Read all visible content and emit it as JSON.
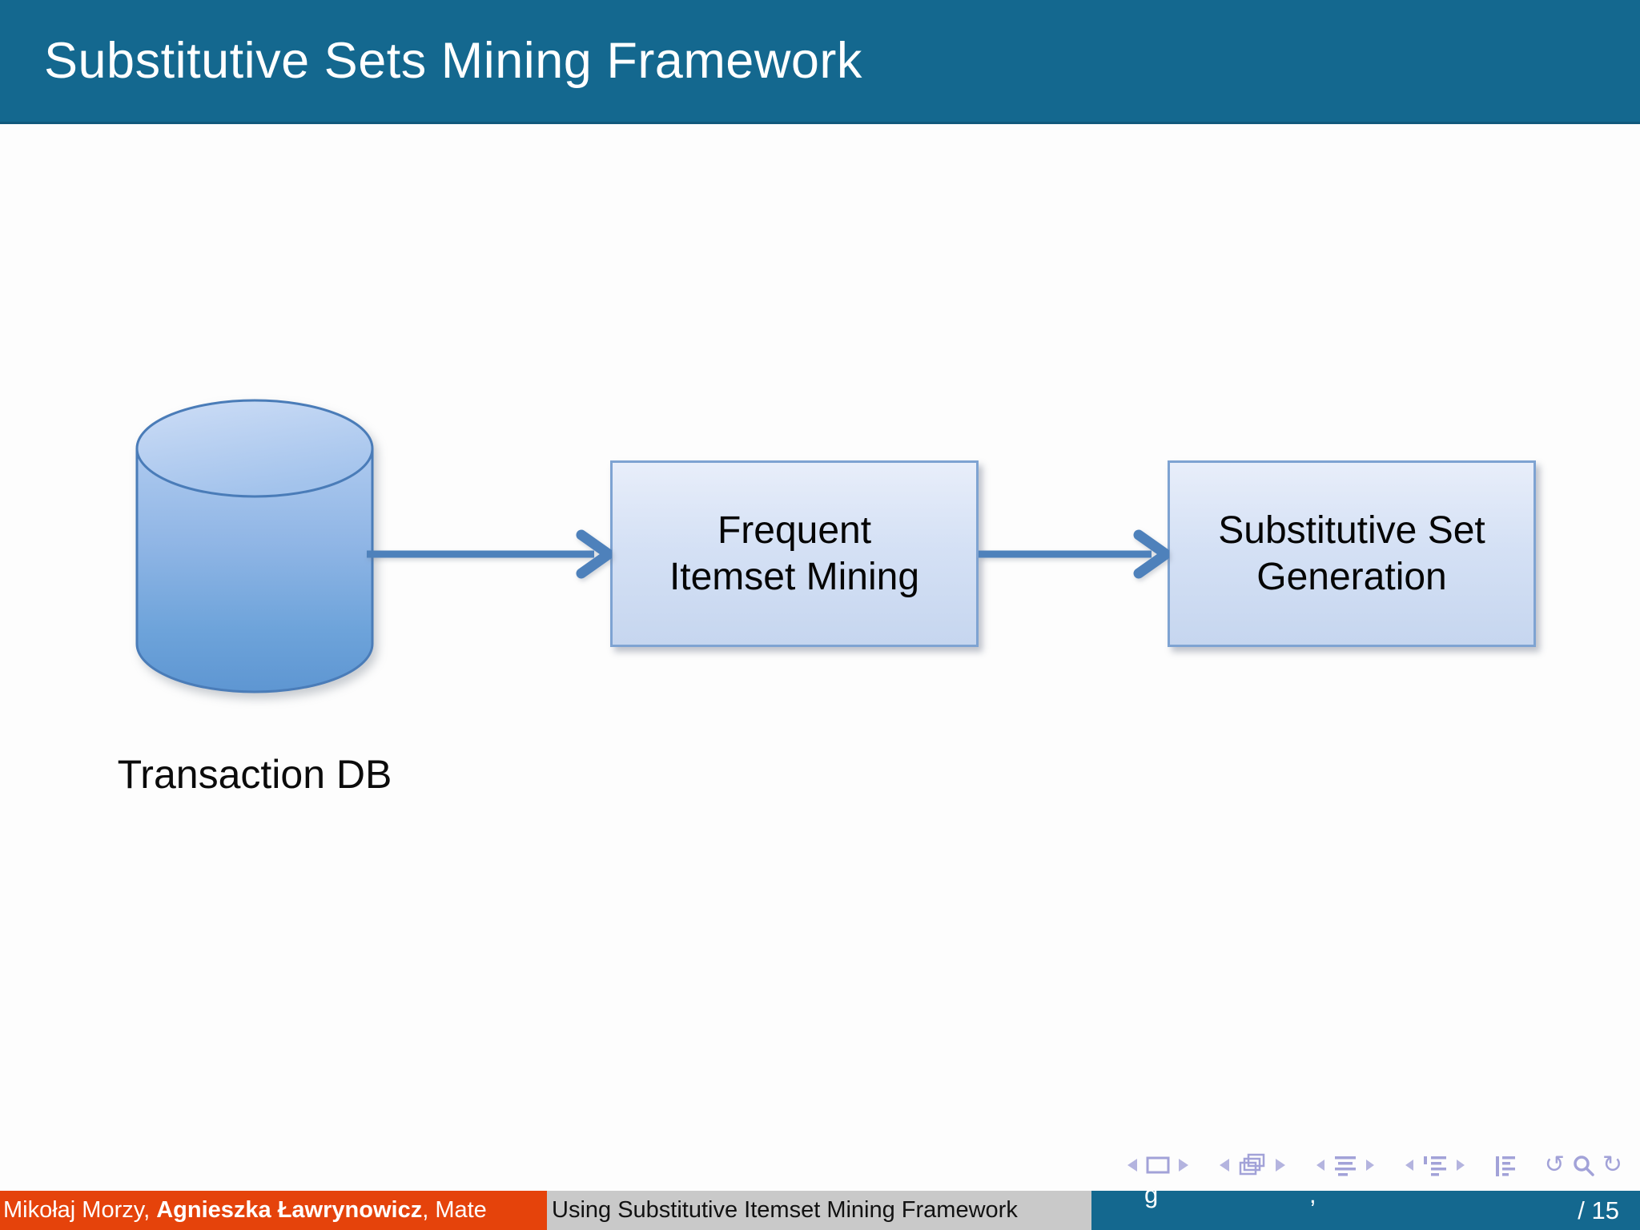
{
  "slide": {
    "title": "Substitutive Sets Mining Framework"
  },
  "diagram": {
    "db_label": "Transaction DB",
    "box1": {
      "line1": "Frequent",
      "line2": "Itemset Mining"
    },
    "box2": {
      "line1": "Substitutive Set",
      "line2": "Generation"
    },
    "flow": [
      "Transaction DB",
      "Frequent Itemset Mining",
      "Substitutive Set Generation"
    ]
  },
  "footer": {
    "authors_prefix": "Mikołaj Morzy, ",
    "authors_bold": "Agnieszka Ławrynowicz",
    "authors_suffix": ", Mate",
    "short_title": "Using Substitutive Itemset Mining Framework",
    "page_indicator": "/ 15",
    "overflow_fragment_g": "g",
    "overflow_fragment_comma": ","
  },
  "navigation": {
    "icons": [
      "prev-slide-icon",
      "frame-icon",
      "next-slide-icon",
      "prev-frame-icon",
      "overlay-frames-icon",
      "next-frame-icon",
      "prev-section-icon",
      "section-list-icon",
      "next-section-icon",
      "prev-subsection-icon",
      "subsection-list-icon",
      "next-subsection-icon",
      "appendix-icon",
      "back-icon",
      "search-icon",
      "forward-icon"
    ],
    "back_glyph": "↺",
    "forward_glyph": "↻"
  },
  "colors": {
    "header_blue": "#14688f",
    "footer_orange": "#e5430b",
    "footer_gray": "#c9c9c9",
    "footer_blue": "#14688f",
    "arrow_blue": "#4e81bb",
    "box_border": "#7ea3d2",
    "box_fill_top": "#e8eefa",
    "box_fill_bottom": "#c6d6ef",
    "cylinder_stroke": "#4a7cb8",
    "cylinder_light": "#c8daf5",
    "cylinder_dark": "#5e96d2",
    "nav_icon": "#a2a2d8"
  }
}
